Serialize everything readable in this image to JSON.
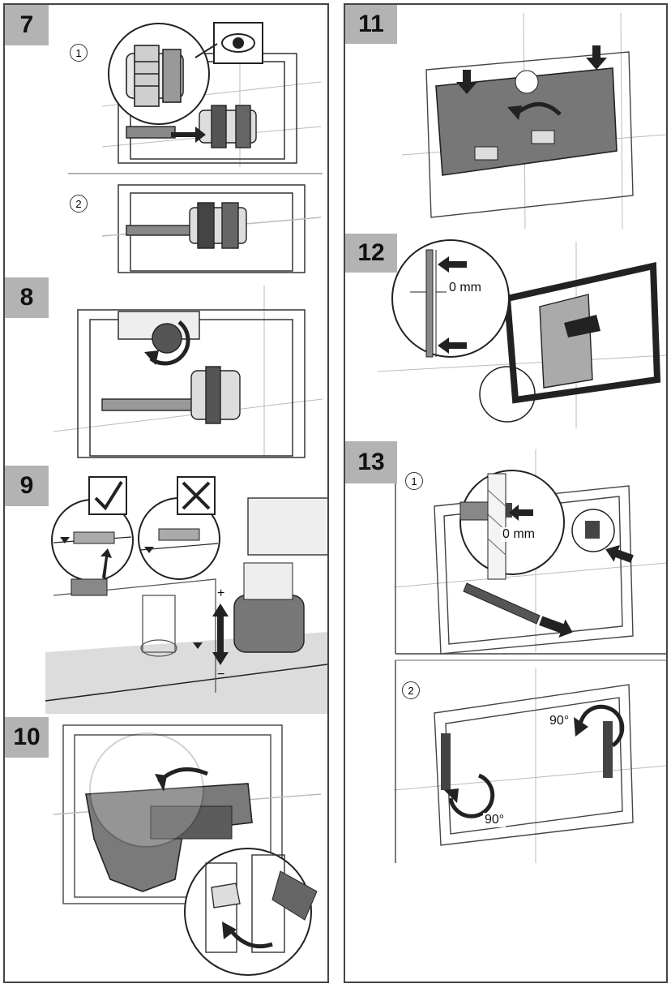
{
  "steps": {
    "s7": {
      "number": "7",
      "sub1": "1",
      "sub2": "2"
    },
    "s8": {
      "number": "8"
    },
    "s9": {
      "number": "9"
    },
    "s10": {
      "number": "10"
    },
    "s11": {
      "number": "11"
    },
    "s12": {
      "number": "12",
      "gap_label": "0 mm"
    },
    "s13": {
      "number": "13",
      "sub1": "1",
      "sub2": "2",
      "gap_label": "0 mm",
      "angle_a": "90°",
      "angle_b": "90°"
    }
  },
  "symbols": {
    "check": "check-icon",
    "cross": "cross-icon",
    "eye": "eye-icon",
    "plus": "+",
    "minus": "−"
  },
  "colors": {
    "badge": "#b3b3b3",
    "line": "#444444",
    "shade": "#7a7a7a"
  }
}
